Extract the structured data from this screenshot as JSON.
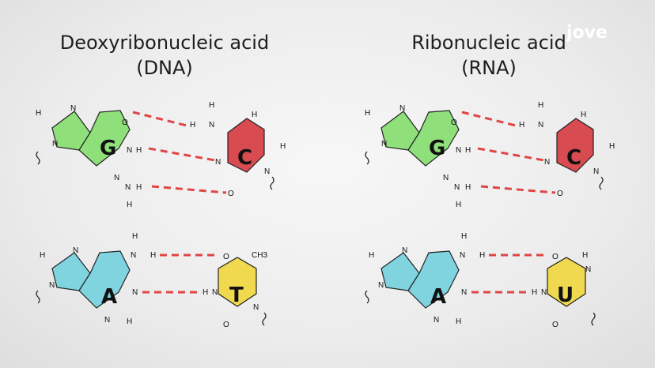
{
  "brand": {
    "logo": "jove"
  },
  "colors": {
    "guanine": "#8fe07a",
    "cytosine": "#d84b50",
    "adenine": "#7fd4e0",
    "thymine": "#f0d94e",
    "uracil": "#f0d94e",
    "hbond": "#e04545"
  },
  "dna": {
    "title_line1": "Deoxyribonucleic acid",
    "title_line2": "(DNA)",
    "gc": {
      "left_letter": "G",
      "right_letter": "C"
    },
    "at": {
      "left_letter": "A",
      "right_letter": "T",
      "methyl": "CH3"
    }
  },
  "rna": {
    "title_line1": "Ribonucleic acid",
    "title_line2": "(RNA)",
    "gc": {
      "left_letter": "G",
      "right_letter": "C"
    },
    "au": {
      "left_letter": "A",
      "right_letter": "U"
    }
  },
  "atoms": {
    "H": "H",
    "N": "N",
    "O": "O"
  }
}
